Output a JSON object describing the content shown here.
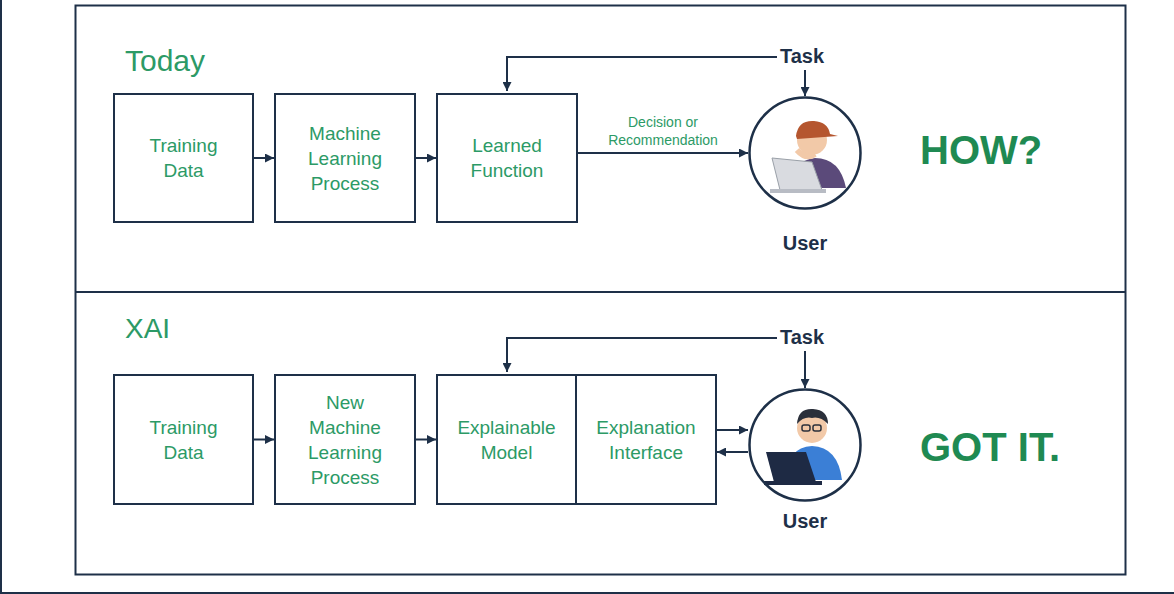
{
  "diagram": {
    "nodes": [
      {
        "text": [
          "Training Data"
        ]
      },
      {
        "text": [
          "Machine Learning Process"
        ]
      },
      {
        "text": [
          "Learned Function"
        ]
      },
      {
        "text": [
          "User"
        ]
      },
      {
        "text": [
          "Training Data"
        ]
      },
      {
        "text": [
          "New Machine Learning Process"
        ]
      },
      {
        "text": [
          "Explainable Model"
        ]
      },
      {
        "text": [
          "Explanation Interface"
        ]
      },
      {
        "text": [
          "User"
        ]
      }
    ],
    "edges": [
      {
        "from": 0,
        "to": 1,
        "arrow": "to"
      },
      {
        "from": 1,
        "to": 2,
        "arrow": "to"
      },
      {
        "from": 2,
        "to": 3,
        "label": "Decision or Recommendation",
        "arrow": "to"
      },
      {
        "from": 4,
        "to": 5,
        "arrow": "to"
      },
      {
        "from": 5,
        "to": 6,
        "arrow": "to"
      },
      {
        "from": 7,
        "to": 8,
        "arrow": "to"
      },
      {
        "from": 8,
        "to": 7,
        "arrow": "to"
      }
    ],
    "labels": [
      "Today",
      "Task",
      "HOW?",
      "XAI",
      "Task",
      "GOT IT."
    ]
  }
}
